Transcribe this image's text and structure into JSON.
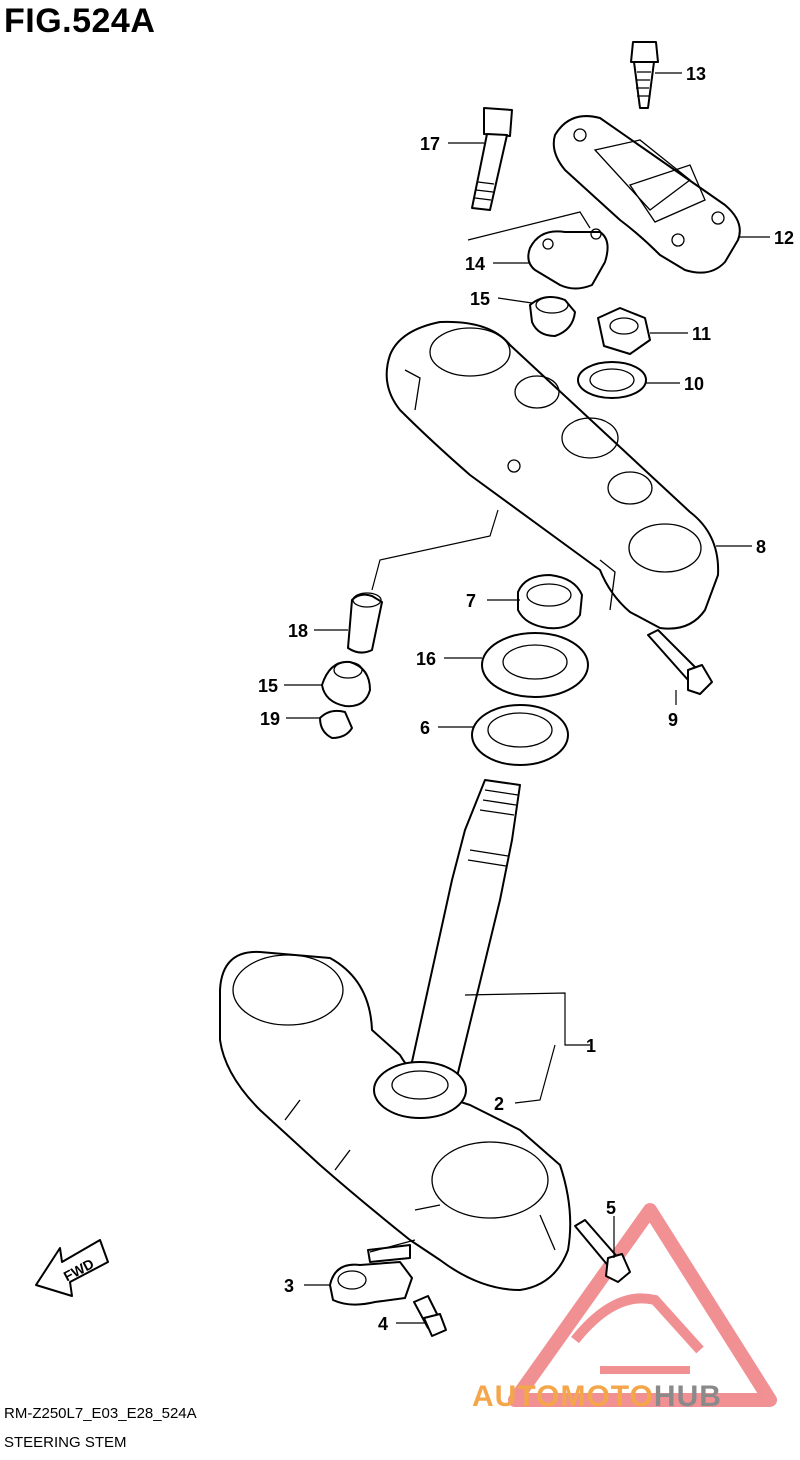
{
  "figure": {
    "title": "FIG.524A",
    "model_code": "RM-Z250L7_E03_E28_524A",
    "caption": "STEERING STEM"
  },
  "callouts": [
    {
      "id": "13",
      "label": "13"
    },
    {
      "id": "17",
      "label": "17"
    },
    {
      "id": "12",
      "label": "12"
    },
    {
      "id": "14",
      "label": "14"
    },
    {
      "id": "15a",
      "label": "15"
    },
    {
      "id": "11",
      "label": "11"
    },
    {
      "id": "10",
      "label": "10"
    },
    {
      "id": "8",
      "label": "8"
    },
    {
      "id": "7",
      "label": "7"
    },
    {
      "id": "18",
      "label": "18"
    },
    {
      "id": "16",
      "label": "16"
    },
    {
      "id": "15b",
      "label": "15"
    },
    {
      "id": "19",
      "label": "19"
    },
    {
      "id": "9",
      "label": "9"
    },
    {
      "id": "6",
      "label": "6"
    },
    {
      "id": "1",
      "label": "1"
    },
    {
      "id": "2",
      "label": "2"
    },
    {
      "id": "5",
      "label": "5"
    },
    {
      "id": "3",
      "label": "3"
    },
    {
      "id": "4",
      "label": "4"
    }
  ],
  "fwd_arrow": {
    "label": "FWD"
  },
  "watermark": {
    "part1": "AUTOMOTO",
    "part2": "HUB",
    "color1": "#f4a64a",
    "color2": "#8a8a8a",
    "triangle_color": "#e8474c"
  }
}
